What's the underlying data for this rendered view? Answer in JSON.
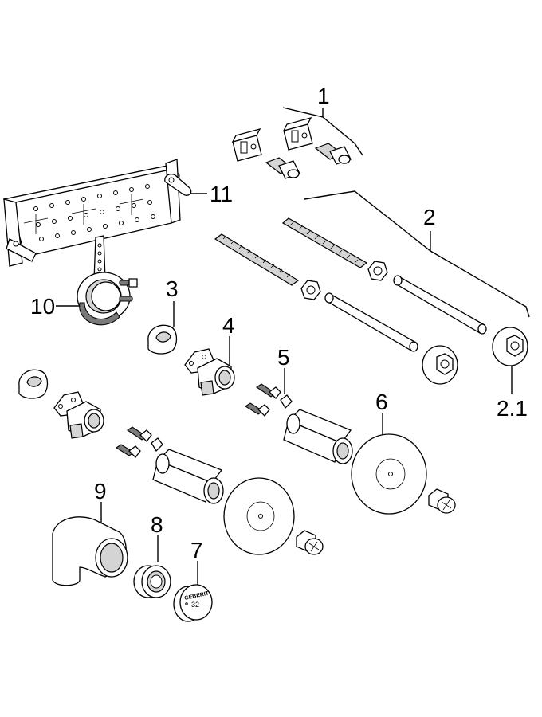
{
  "callouts": {
    "c1": "1",
    "c2": "2",
    "c2_1": "2.1",
    "c3": "3",
    "c4": "4",
    "c5": "5",
    "c6": "6",
    "c7": "7",
    "c8": "8",
    "c9": "9",
    "c10": "10",
    "c11": "11"
  },
  "cap_markings": {
    "brand": "GEBERIT",
    "size": "32"
  }
}
